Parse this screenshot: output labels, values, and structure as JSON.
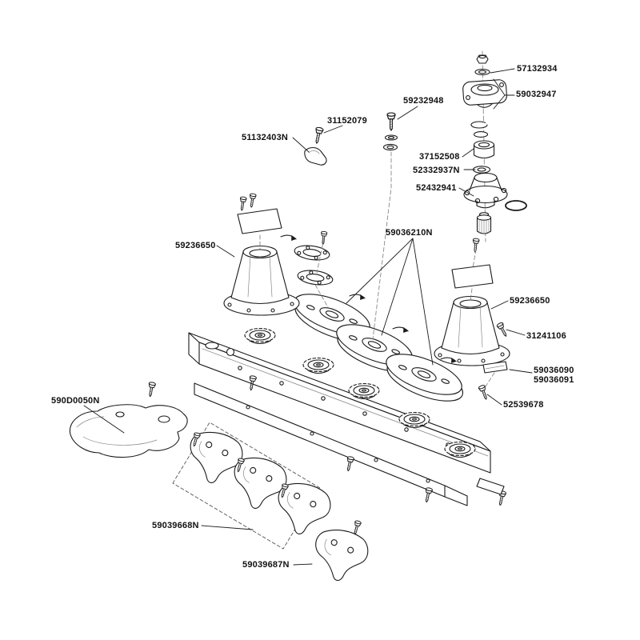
{
  "diagram": {
    "kind": "exploded-parts-diagram",
    "line_color": "#1a1a1a",
    "background": "#ffffff",
    "labels": [
      {
        "part_number": "57132934"
      },
      {
        "part_number": "59032947"
      },
      {
        "part_number": "59232948"
      },
      {
        "part_number": "31152079"
      },
      {
        "part_number": "51132403N"
      },
      {
        "part_number": "37152508"
      },
      {
        "part_number": "52332937N"
      },
      {
        "part_number": "52432941"
      },
      {
        "part_number": "59036210N"
      },
      {
        "part_number": "59236650"
      },
      {
        "part_number": "59236650"
      },
      {
        "part_number": "31241106"
      },
      {
        "part_number": "59036090"
      },
      {
        "part_number": "59036091"
      },
      {
        "part_number": "52539678"
      },
      {
        "part_number": "590D0050N"
      },
      {
        "part_number": "59039668N"
      },
      {
        "part_number": "59039687N"
      }
    ]
  }
}
